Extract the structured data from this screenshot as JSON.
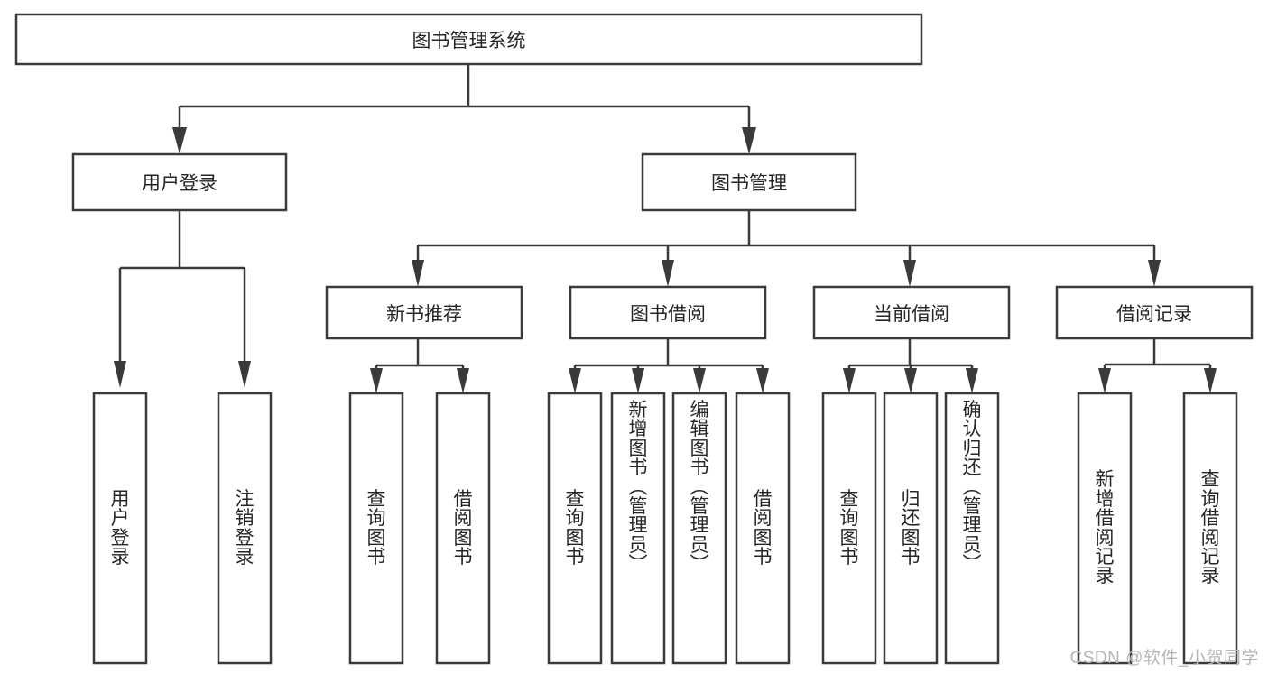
{
  "diagram": {
    "type": "tree-hierarchy-flowchart",
    "title": "图书管理系统",
    "watermark": "CSDN @软件_小贺同学",
    "colors": {
      "background": "#ffffff",
      "box_fill": "#ffffff",
      "box_stroke": "#3a3a3a",
      "connector": "#3a3a3a",
      "text": "#262626",
      "watermark": "#b6b6b6"
    },
    "levels": {
      "root": {
        "label": "图书管理系统",
        "orientation": "horizontal"
      },
      "level1": [
        {
          "id": "user-login",
          "label": "用户登录",
          "orientation": "horizontal"
        },
        {
          "id": "book-management",
          "label": "图书管理",
          "orientation": "horizontal"
        }
      ],
      "level2": [
        {
          "id": "new-book-recommend",
          "label": "新书推荐",
          "orientation": "horizontal",
          "parent": "book-management"
        },
        {
          "id": "book-borrow",
          "label": "图书借阅",
          "orientation": "horizontal",
          "parent": "book-management"
        },
        {
          "id": "current-borrow",
          "label": "当前借阅",
          "orientation": "horizontal",
          "parent": "book-management"
        },
        {
          "id": "borrow-record",
          "label": "借阅记录",
          "orientation": "horizontal",
          "parent": "book-management"
        }
      ],
      "leaves": [
        {
          "id": "leaf-user-login",
          "label": "用户登录",
          "orientation": "vertical",
          "parent": "user-login"
        },
        {
          "id": "leaf-logout-login",
          "label": "注销登录",
          "orientation": "vertical",
          "parent": "user-login"
        },
        {
          "id": "leaf-query-book-1",
          "label": "查询图书",
          "orientation": "vertical",
          "parent": "new-book-recommend"
        },
        {
          "id": "leaf-borrow-book-1",
          "label": "借阅图书",
          "orientation": "vertical",
          "parent": "new-book-recommend"
        },
        {
          "id": "leaf-query-book-2",
          "label": "查询图书",
          "orientation": "vertical",
          "parent": "book-borrow"
        },
        {
          "id": "leaf-add-book",
          "label": "新增图书（管理员）",
          "orientation": "vertical",
          "parent": "book-borrow"
        },
        {
          "id": "leaf-edit-book",
          "label": "编辑图书（管理员）",
          "orientation": "vertical",
          "parent": "book-borrow"
        },
        {
          "id": "leaf-borrow-book-2",
          "label": "借阅图书",
          "orientation": "vertical",
          "parent": "book-borrow"
        },
        {
          "id": "leaf-query-book-3",
          "label": "查询图书",
          "orientation": "vertical",
          "parent": "current-borrow"
        },
        {
          "id": "leaf-return-book",
          "label": "归还图书",
          "orientation": "vertical",
          "parent": "current-borrow"
        },
        {
          "id": "leaf-confirm-return",
          "label": "确认归还（管理员）",
          "orientation": "vertical",
          "parent": "current-borrow"
        },
        {
          "id": "leaf-add-record",
          "label": "新增借阅记录",
          "orientation": "vertical",
          "parent": "borrow-record"
        },
        {
          "id": "leaf-query-record",
          "label": "查询借阅记录",
          "orientation": "vertical",
          "parent": "borrow-record"
        }
      ]
    }
  }
}
